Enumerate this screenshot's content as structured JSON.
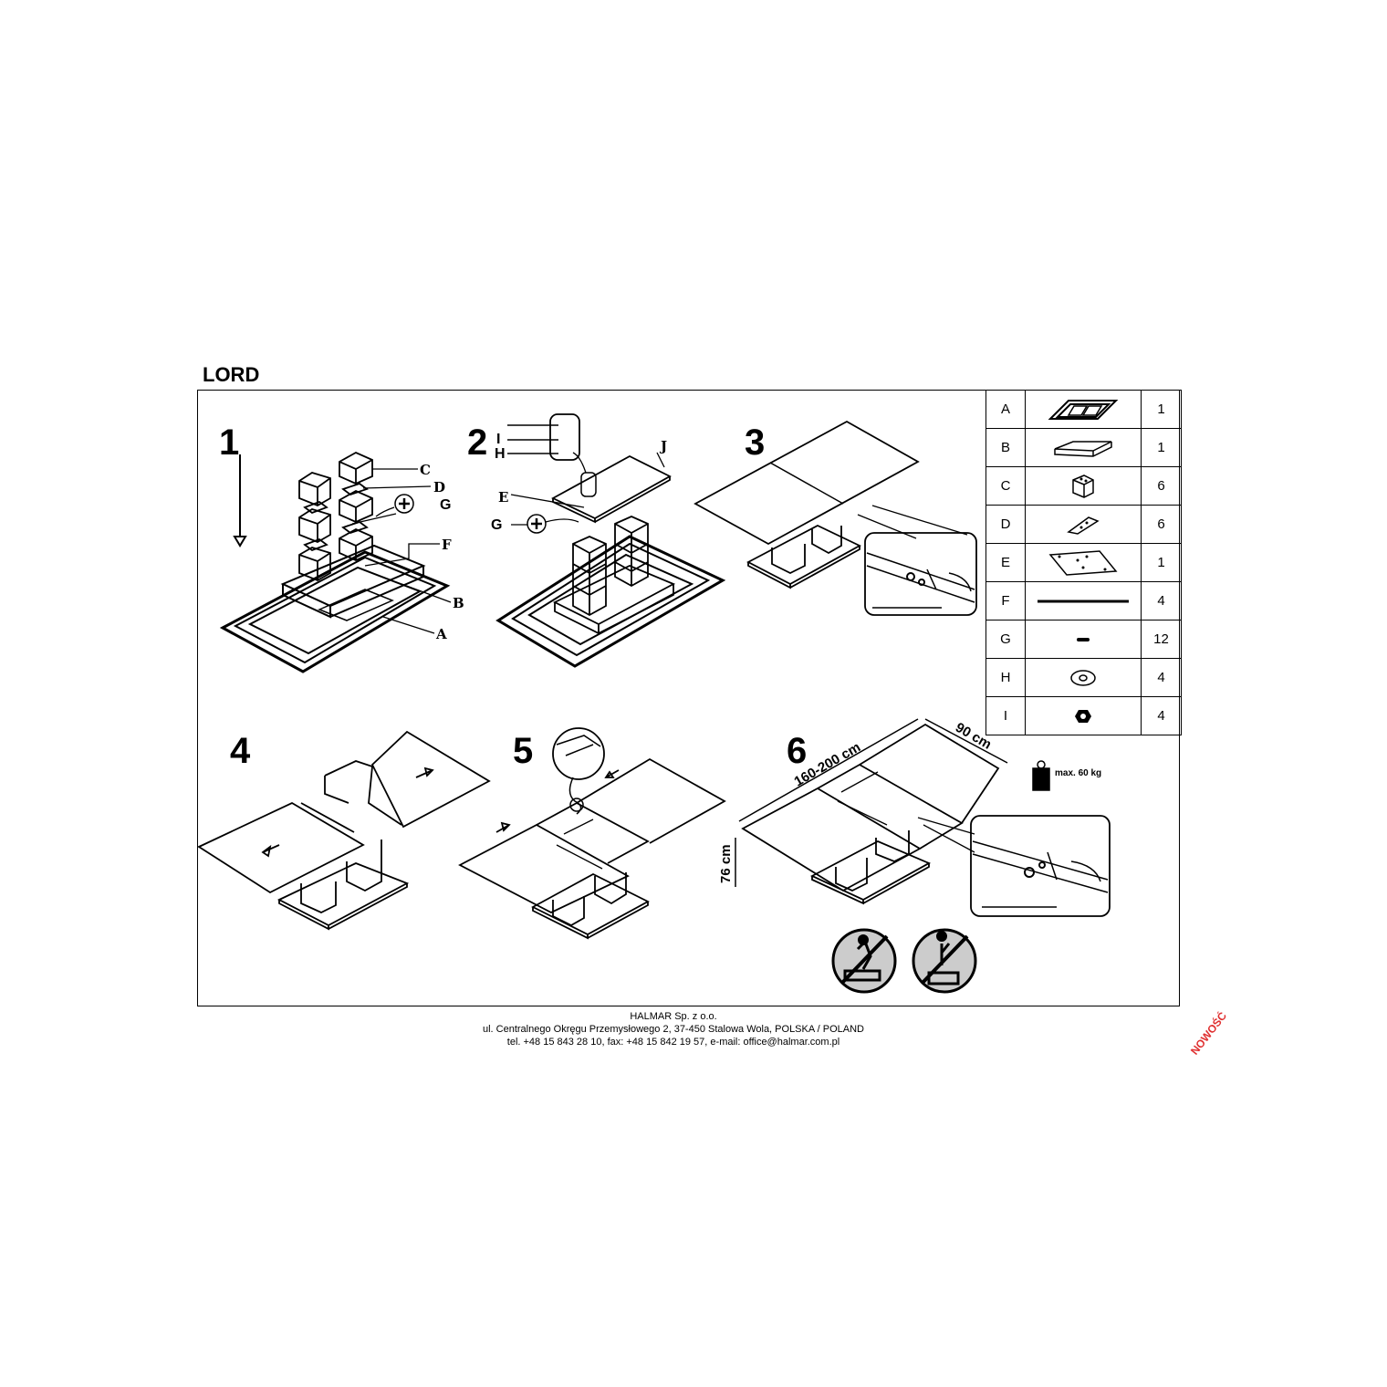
{
  "title": "LORD",
  "steps": [
    "1",
    "2",
    "3",
    "4",
    "5",
    "6"
  ],
  "step1_labels": {
    "c": "C",
    "d": "D",
    "g": "G",
    "f": "F",
    "b": "B",
    "a": "A"
  },
  "step2_labels": {
    "i": "I",
    "h": "H",
    "j": "J",
    "e": "E",
    "g": "G"
  },
  "dimensions": {
    "length": "160-200 cm",
    "width": "90 cm",
    "height": "76 cm",
    "load": "max. 60 kg"
  },
  "parts": [
    {
      "letter": "A",
      "icon": "frame-part-icon",
      "qty": "1"
    },
    {
      "letter": "B",
      "icon": "base-plate-icon",
      "qty": "1"
    },
    {
      "letter": "C",
      "icon": "leg-block-icon",
      "qty": "6"
    },
    {
      "letter": "D",
      "icon": "corner-bracket-icon",
      "qty": "6"
    },
    {
      "letter": "E",
      "icon": "mounting-plate-icon",
      "qty": "1"
    },
    {
      "letter": "F",
      "icon": "rod-icon",
      "qty": "4"
    },
    {
      "letter": "G",
      "icon": "screw-icon",
      "qty": "12"
    },
    {
      "letter": "H",
      "icon": "washer-icon",
      "qty": "4"
    },
    {
      "letter": "I",
      "icon": "nut-icon",
      "qty": "4"
    }
  ],
  "footer": {
    "company": "HALMAR Sp. z o.o.",
    "address": "ul. Centralnego Okręgu Przemysłowego 2, 37-450 Stalowa Wola, POLSKA / POLAND",
    "contact": "tel. +48 15 843 28 10, fax: +48 15 842 19 57, e-mail: office@halmar.com.pl"
  },
  "stamp": "NOWOŚĆ"
}
